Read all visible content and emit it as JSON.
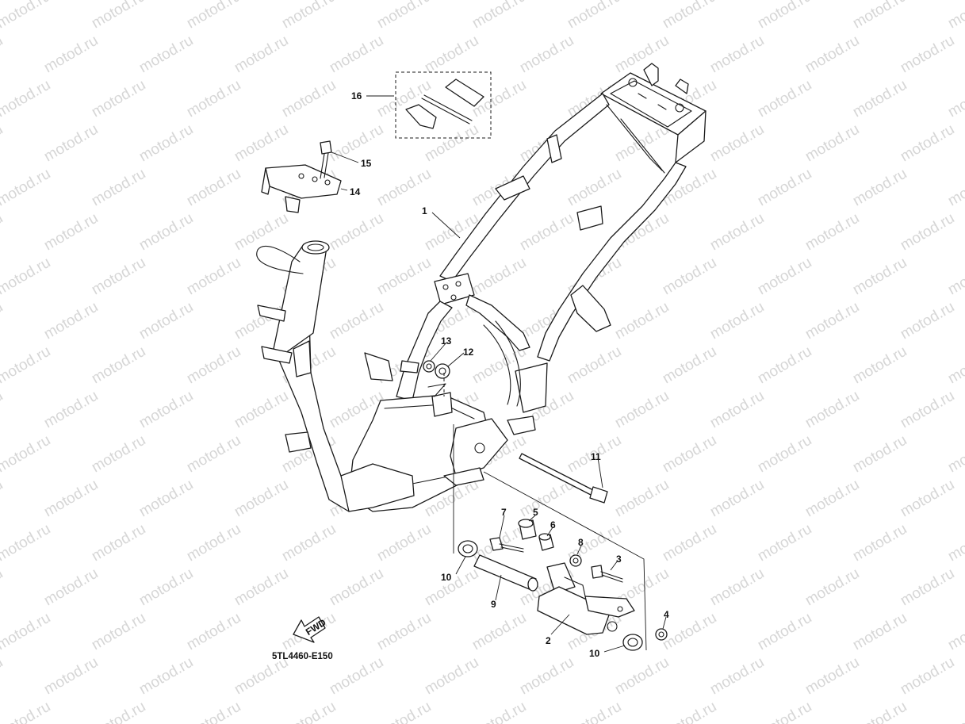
{
  "watermark": "motod.ru",
  "diagram_code": "5TL4460-E150",
  "direction_label": "FWD",
  "callouts": [
    {
      "id": "c1",
      "label": "1"
    },
    {
      "id": "c2",
      "label": "2"
    },
    {
      "id": "c3",
      "label": "3"
    },
    {
      "id": "c4",
      "label": "4"
    },
    {
      "id": "c5",
      "label": "5"
    },
    {
      "id": "c6",
      "label": "6"
    },
    {
      "id": "c7",
      "label": "7"
    },
    {
      "id": "c8",
      "label": "8"
    },
    {
      "id": "c9",
      "label": "9"
    },
    {
      "id": "c10a",
      "label": "10"
    },
    {
      "id": "c10b",
      "label": "10"
    },
    {
      "id": "c11",
      "label": "11"
    },
    {
      "id": "c12",
      "label": "12"
    },
    {
      "id": "c13",
      "label": "13"
    },
    {
      "id": "c14",
      "label": "14"
    },
    {
      "id": "c15",
      "label": "15"
    },
    {
      "id": "c16",
      "label": "16"
    }
  ]
}
